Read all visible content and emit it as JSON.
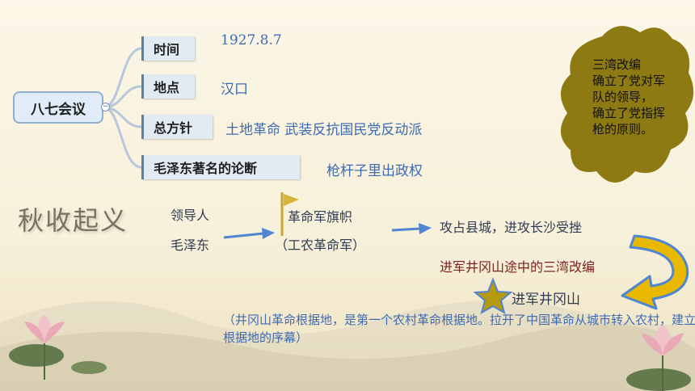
{
  "mindmap": {
    "root_label": "八七会议",
    "collapse_symbol": "−",
    "branches": [
      {
        "label": "时间",
        "value": "1927.8.7"
      },
      {
        "label": "地点",
        "value": "汉口"
      },
      {
        "label": "总方针",
        "value": "土地革命  武装反抗国民党反动派"
      },
      {
        "label": "毛泽东著名的论断",
        "value": "枪杆子里出政权"
      }
    ]
  },
  "cloud_note": {
    "lines": [
      "三湾改编",
      "确立了党对军",
      "队的领导，",
      "确立了党指挥",
      "枪的原则。"
    ]
  },
  "autumn": {
    "title": "秋收起义",
    "leader_label": "领导人",
    "leader_name": "毛泽东",
    "army_flag": "革命军旗帜",
    "army_name": "（工农革命军）",
    "step1": "攻占县城，进攻长沙受挫",
    "step2": "进军井冈山途中的三湾改编",
    "step3": "进军井冈山",
    "note": "（井冈山革命根据地，是第一个农村革命根据地。拉开了中国革命从城市转入农村，建立根据地的序幕）"
  },
  "colors": {
    "connector": "#b7c8dc",
    "arrow": "#4f86d1",
    "cloud": "#8d7a12",
    "star": "#b59a10",
    "flag": "#c9a531"
  },
  "icons": [
    "flag-icon",
    "star-icon",
    "collapse-icon"
  ]
}
